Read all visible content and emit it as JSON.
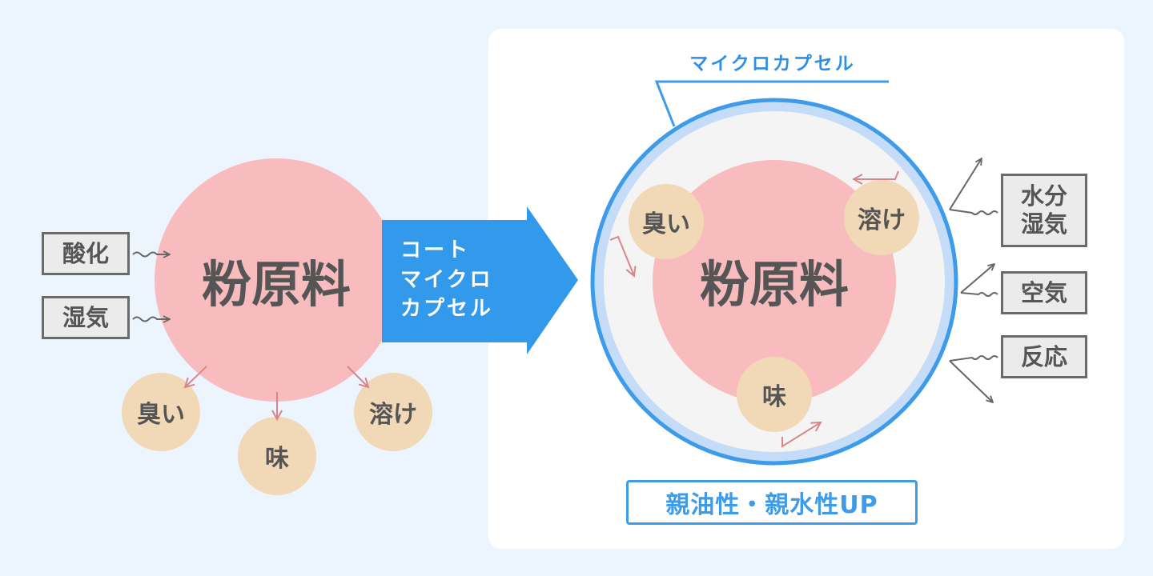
{
  "left": {
    "core_label": "粉原料",
    "inputs": [
      "酸化",
      "湿気"
    ],
    "effects": [
      "臭い",
      "味",
      "溶け"
    ]
  },
  "process": {
    "label_lines": [
      "コート",
      "マイクロ",
      "カプセル"
    ]
  },
  "right": {
    "capsule_label": "マイクロカプセル",
    "core_label": "粉原料",
    "effects": [
      "臭い",
      "溶け",
      "味"
    ],
    "external": [
      "水分\n湿気",
      "空気",
      "反応"
    ],
    "benefit": "親油性・親水性UP"
  },
  "colors": {
    "background": "#ecf4fd",
    "core": "#f8bcbf",
    "effect_circle": "#f1d8b6",
    "process_arrow": "#3399ea",
    "capsule_ring": "#3d9be9",
    "capsule_inner_ring": "#bcd8f6",
    "pink_arrow": "#d98589"
  }
}
